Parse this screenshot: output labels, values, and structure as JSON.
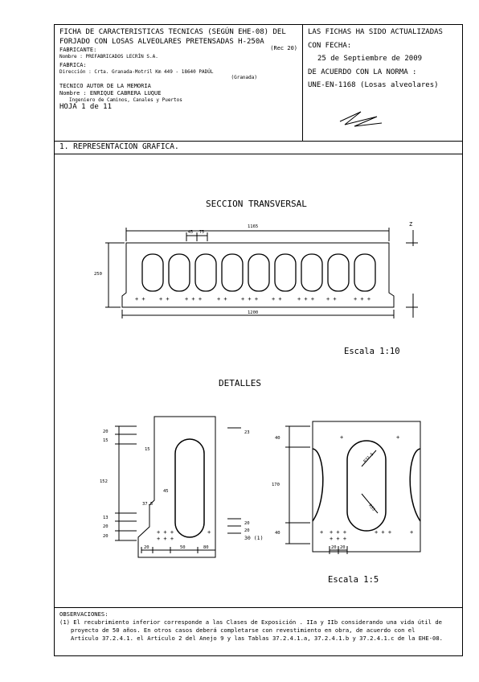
{
  "header": {
    "title_line1": "FICHA DE CARACTERISTICAS TECNICAS (SEGÚN EHE-08) DEL",
    "title_line2": "FORJADO CON LOSAS ALVEOLARES PRETENSADAS H-250A",
    "rev": "(Rec 20)",
    "fabricante_label": "FABRICANTE:",
    "fabricante_value": "Nombre : PREFABRICADOS LECRÍN S.A.",
    "fabrica_label": "FABRICA:",
    "fabrica_value": "Dirección : Crta. Granada-Motril  Km 449  -  18640 PADÚL",
    "fabrica_city": "(Granada)",
    "tecnico_label": "TECNICO AUTOR DE LA MEMORIA",
    "tecnico_name": "Nombre : ENRIQUE CABRERA LUQUE",
    "tecnico_title": "Ingeniero de Caminos, Canales y Puertos",
    "hoja": "HOJA  1  de  11"
  },
  "update": {
    "line1": "LAS FICHAS HA SIDO ACTUALIZADAS",
    "line2": "CON FECHA:",
    "date": "25 de Septiembre de 2009",
    "line3": "DE ACUERDO CON LA NORMA :",
    "norma": "UNE-EN-1168 (Losas alveolares)"
  },
  "section_title": "1. REPRESENTACION GRAFICA.",
  "drawing": {
    "title_transversal": "SECCION TRANSVERSAL",
    "dim_top_width": "1165",
    "dim_top_small1": "45",
    "dim_top_small2": "75",
    "dim_height": "250",
    "dim_bottom_width": "1200",
    "dim_z": "Z",
    "escala1": "Escala 1:10",
    "title_detalles": "DETALLES",
    "left_dims": [
      "20",
      "15",
      "152",
      "13",
      "20",
      "20"
    ],
    "left_right_dims": [
      "23",
      "20",
      "20",
      "30 (1)"
    ],
    "left_inner": [
      "15",
      "45",
      "37.5"
    ],
    "left_bottom": [
      "20",
      "50",
      "80"
    ],
    "right_dims": [
      "40",
      "170",
      "40"
    ],
    "right_inner": [
      "R37.5",
      "R35"
    ],
    "right_bottom": [
      "20",
      "20"
    ],
    "escala2": "Escala 1:5"
  },
  "observaciones": {
    "label": "OBSERVACIONES:",
    "line1": "(1) El recubrimiento inferior corresponde a las Clases de Exposición  . IIa y IIb considerando una vida útil de",
    "line2": "proyecto de 50 años. En otros casos deberá completarse con revestimiento en obra, de acuerdo con el",
    "line3": "Artículo 37.2.4.1. el Artículo 2 del Anejo 9 y las Tablas 37.2.4.1.a, 37.2.4.1.b y 37.2.4.1.c de la EHE-08."
  }
}
